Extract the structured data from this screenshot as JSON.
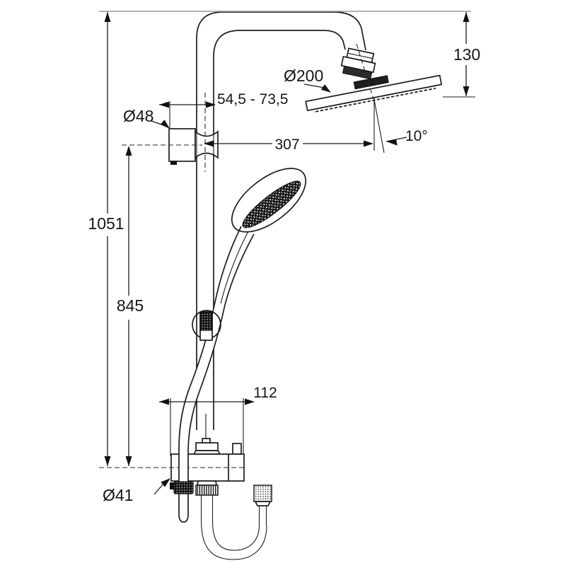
{
  "drawing_type": "technical dimension drawing of a shower system (riser rail, overhead shower, hand shower, diverter valve)",
  "colors": {
    "line": "#1c1c1c",
    "background": "#ffffff"
  },
  "labels": {
    "total_height": "1051",
    "rail_height": "845",
    "head_drop": "130",
    "head_diameter": "Ø200",
    "wall_distance": "54,5 - 73,5",
    "bracket_diameter": "Ø48",
    "reach": "307",
    "head_angle": "10°",
    "valve_width": "112",
    "valve_diameter": "Ø41"
  }
}
